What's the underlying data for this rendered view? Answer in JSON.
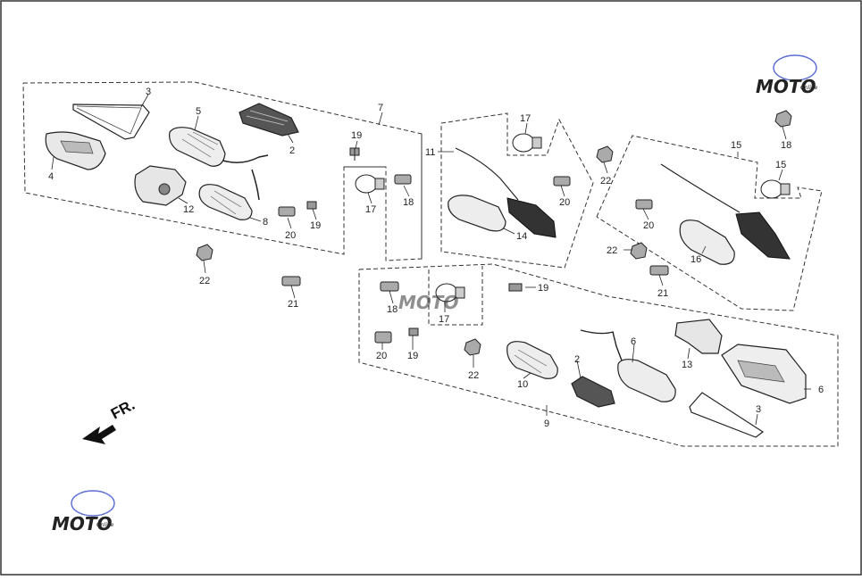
{
  "diagram": {
    "title": "",
    "direction_label": "FR.",
    "watermark": {
      "text": "MOTO",
      "subtext": "Online",
      "color_red": "#d64545",
      "color_blue": "#5b6fd6"
    },
    "callouts": {
      "c3a": "3",
      "c4": "4",
      "c5": "5",
      "c2a": "2",
      "c12": "12",
      "c8": "8",
      "c7": "7",
      "c19a": "19",
      "c20a": "20",
      "c19b": "19",
      "c17a": "17",
      "c18a": "18",
      "c22a": "22",
      "c21a": "21",
      "c11": "11",
      "c17b": "17",
      "c20b": "20",
      "c14": "14",
      "c22b": "22",
      "c15a": "15",
      "c15b": "15",
      "c18b": "18",
      "c20c": "20",
      "c22c": "22",
      "c16": "16",
      "c21b": "21",
      "c18c": "18",
      "c17c": "17",
      "c19c": "19",
      "c20d": "20",
      "c19d": "19",
      "c22d": "22",
      "c10": "10",
      "c2b": "2",
      "c6a": "6",
      "c13": "13",
      "c6b": "6",
      "c3b": "3",
      "c9": "9"
    }
  }
}
